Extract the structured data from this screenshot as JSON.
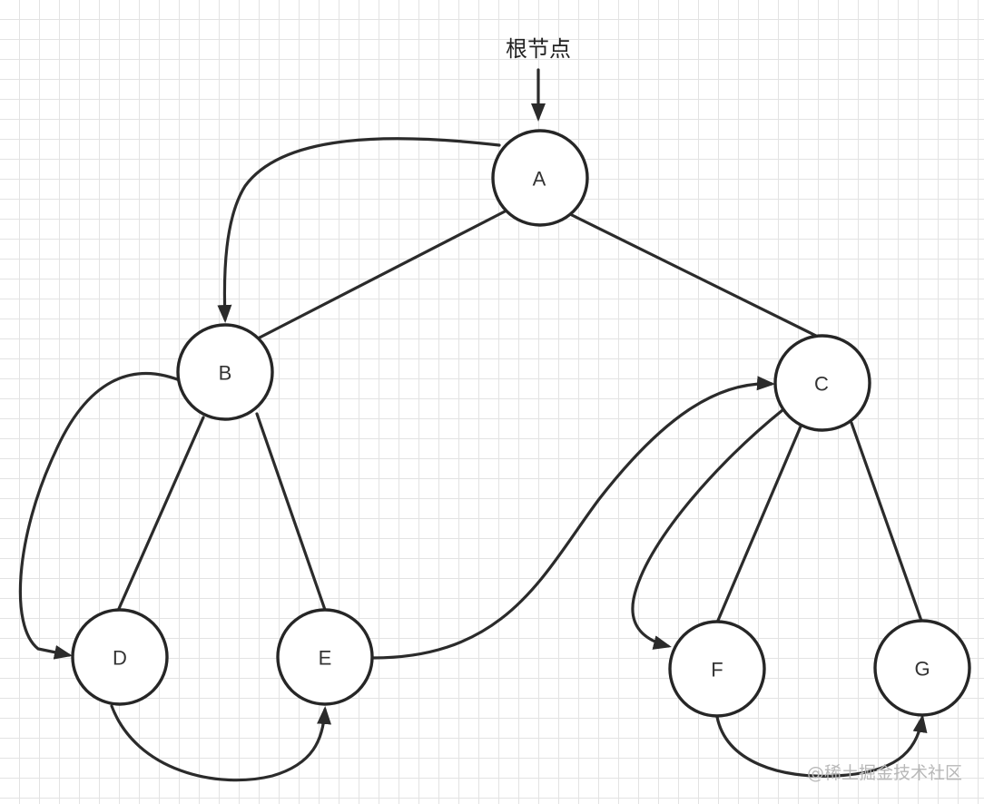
{
  "root_label": "根节点",
  "watermark": "@稀土掘金技术社区",
  "nodes": [
    {
      "id": "A",
      "label": "A"
    },
    {
      "id": "B",
      "label": "B"
    },
    {
      "id": "C",
      "label": "C"
    },
    {
      "id": "D",
      "label": "D"
    },
    {
      "id": "E",
      "label": "E"
    },
    {
      "id": "F",
      "label": "F"
    },
    {
      "id": "G",
      "label": "G"
    }
  ],
  "tree_edges": [
    {
      "from": "A",
      "to": "B"
    },
    {
      "from": "A",
      "to": "C"
    },
    {
      "from": "B",
      "to": "D"
    },
    {
      "from": "B",
      "to": "E"
    },
    {
      "from": "C",
      "to": "F"
    },
    {
      "from": "C",
      "to": "G"
    }
  ],
  "traversal_arrows": [
    {
      "from": "root_label",
      "to": "A"
    },
    {
      "from": "A",
      "to": "B"
    },
    {
      "from": "B",
      "to": "D"
    },
    {
      "from": "D",
      "to": "E"
    },
    {
      "from": "E",
      "to": "C"
    },
    {
      "from": "C",
      "to": "F"
    },
    {
      "from": "F",
      "to": "G"
    }
  ],
  "colors": {
    "stroke": "#262626",
    "grid": "#e3e3e3",
    "text": "#333333",
    "watermark": "#b8b8b8"
  }
}
